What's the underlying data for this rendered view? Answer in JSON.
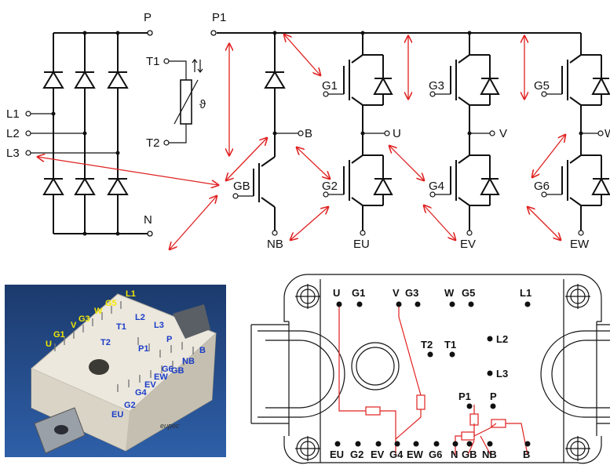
{
  "schematic": {
    "labels": {
      "P": "P",
      "P1": "P1",
      "N": "N",
      "L1": "L1",
      "L2": "L2",
      "L3": "L3",
      "T1": "T1",
      "T2": "T2",
      "theta": "ϑ",
      "B": "B",
      "GB": "GB",
      "NB": "NB",
      "G1": "G1",
      "G2": "G2",
      "G3": "G3",
      "G4": "G4",
      "G5": "G5",
      "G6": "G6",
      "U": "U",
      "V": "V",
      "W": "W",
      "EU": "EU",
      "EV": "EV",
      "EW": "EW"
    }
  },
  "photo": {
    "yellow_labels": {
      "U": "U",
      "G1": "G1",
      "V": "V",
      "G3": "G3",
      "W": "W",
      "G5": "G5",
      "L1": "L1"
    },
    "blue_labels": {
      "T1": "T1",
      "L2": "L2",
      "T2": "T2",
      "L3": "L3",
      "P1": "P1",
      "P": "P",
      "NB": "NB",
      "B": "B",
      "GB": "GB",
      "EW": "EW",
      "G6": "G6",
      "EV": "EV",
      "G4": "G4",
      "EU": "EU",
      "G2": "G2"
    },
    "brand": "eupec"
  },
  "footprint": {
    "top_pins": {
      "U": "U",
      "G1": "G1",
      "V": "V",
      "G3": "G3",
      "W": "W",
      "G5": "G5",
      "L1": "L1"
    },
    "mid_pins": {
      "T2": "T2",
      "T1": "T1",
      "L2": "L2",
      "L3": "L3",
      "P1": "P1",
      "P": "P"
    },
    "bottom_pins": {
      "EU": "EU",
      "G2": "G2",
      "EV": "EV",
      "G4": "G4",
      "EW": "EW",
      "G6": "G6",
      "N": "N",
      "GB": "GB",
      "NB": "NB",
      "B": "B"
    }
  },
  "colors": {
    "arrow": "#e02020",
    "photo_yellow": "#f2e600",
    "photo_blue": "#1a3cc8"
  }
}
